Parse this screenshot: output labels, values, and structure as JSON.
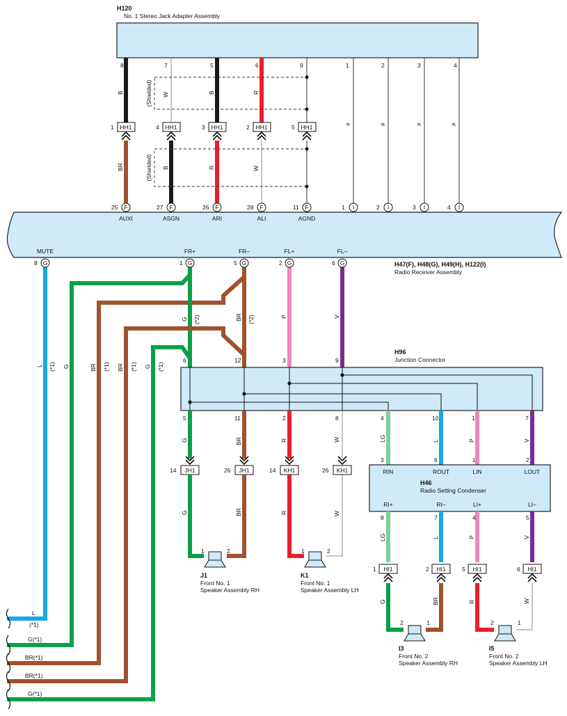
{
  "components": {
    "h120": {
      "code": "H120",
      "name": "No. 1 Stereo Jack Adapter Assembly"
    },
    "radio": {
      "code": "H47(F), H48(G), H49(H), H122(I)",
      "name": "Radio Receiver Assembly"
    },
    "h96": {
      "code": "H96",
      "name": "Junction Connector"
    },
    "h46": {
      "code": "H46",
      "name": "Radio Setting Condenser"
    },
    "j1": {
      "code": "J1",
      "line1": "Front No. 1",
      "line2": "Speaker Assembly RH"
    },
    "k1": {
      "code": "K1",
      "line1": "Front No. 1",
      "line2": "Speaker Assembly LH"
    },
    "i3": {
      "code": "I3",
      "line1": "Front No. 2",
      "line2": "Speaker Assembly RH"
    },
    "i5": {
      "code": "I5",
      "line1": "Front No. 2",
      "line2": "Speaker Assembly LH"
    }
  },
  "h120_pins": [
    "8",
    "7",
    "5",
    "6",
    "9",
    "1",
    "2",
    "3",
    "4"
  ],
  "hh1": {
    "label": "HH1",
    "pins": [
      "1",
      "4",
      "3",
      "2",
      "5"
    ]
  },
  "shielded": "(Shielded)",
  "hash": "#",
  "radio_top_pins": [
    {
      "pin": "25",
      "conn": "F",
      "name": "AUXI"
    },
    {
      "pin": "27",
      "conn": "F",
      "name": "ASGN"
    },
    {
      "pin": "26",
      "conn": "F",
      "name": "ARI"
    },
    {
      "pin": "28",
      "conn": "F",
      "name": "ALI"
    },
    {
      "pin": "11",
      "conn": "F",
      "name": "AGND"
    },
    {
      "pin": "1",
      "conn": "I",
      "name": ""
    },
    {
      "pin": "2",
      "conn": "I",
      "name": ""
    },
    {
      "pin": "3",
      "conn": "I",
      "name": ""
    },
    {
      "pin": "4",
      "conn": "I",
      "name": ""
    }
  ],
  "radio_bottom_pins": [
    {
      "pin": "8",
      "conn": "G",
      "name": "MUTE"
    },
    {
      "pin": "1",
      "conn": "G",
      "name": "FR+"
    },
    {
      "pin": "5",
      "conn": "G",
      "name": "FR–"
    },
    {
      "pin": "2",
      "conn": "G",
      "name": "FL+"
    },
    {
      "pin": "6",
      "conn": "G",
      "name": "FL–"
    }
  ],
  "h96_top_pins": [
    "6",
    "12",
    "3",
    "9"
  ],
  "h96_bottom_pins": [
    "5",
    "11",
    "2",
    "8",
    "4",
    "10",
    "1",
    "7"
  ],
  "h46_top": [
    {
      "pin": "3",
      "name": "RIN"
    },
    {
      "pin": "6",
      "name": "ROUT"
    },
    {
      "pin": "1",
      "name": "LIN"
    },
    {
      "pin": "2",
      "name": "LOUT"
    }
  ],
  "h46_bottom": [
    {
      "pin": "8",
      "name": "RI+"
    },
    {
      "pin": "7",
      "name": "RI–"
    },
    {
      "pin": "4",
      "name": "LI+"
    },
    {
      "pin": "5",
      "name": "LI–"
    }
  ],
  "jh1": {
    "label": "JH1",
    "pins": [
      "14",
      "26"
    ]
  },
  "kh1": {
    "label": "KH1",
    "pins": [
      "14",
      "26"
    ]
  },
  "hi1": {
    "label": "HI1",
    "pins": [
      "1",
      "2",
      "5",
      "6"
    ]
  },
  "speaker_pins": {
    "a": "1",
    "b": "2"
  },
  "wire_colors": {
    "B": "B",
    "W": "W",
    "R": "R",
    "BR": "BR",
    "G": "G",
    "P": "P",
    "V": "V",
    "L": "L",
    "LG": "LG"
  },
  "notes": {
    "n1": "(*1)",
    "n2": "(*2)"
  },
  "left_leads": [
    {
      "label": "L",
      "note": "(*1)"
    },
    {
      "label": "G(*1)",
      "note": ""
    },
    {
      "label": "BR(*1)",
      "note": ""
    },
    {
      "label": "BR(*1)",
      "note": ""
    },
    {
      "label": "G(*1)",
      "note": ""
    }
  ],
  "colors": {
    "black": "#1a1a1a",
    "red": "#e8202a",
    "brown": "#a0522d",
    "green": "#0aa04a",
    "blue": "#16a8e8",
    "pink": "#ee88bb",
    "violet": "#7a2c92",
    "lightgreen": "#7fcf9a",
    "white_wire": "#8a8a8a",
    "box_fill": "#cfeaf8"
  }
}
